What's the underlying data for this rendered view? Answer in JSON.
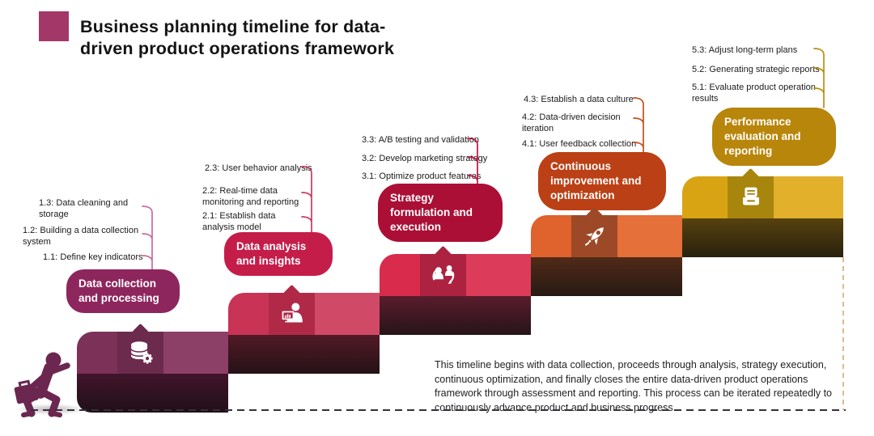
{
  "title": "Business planning timeline for data-driven product operations framework",
  "accent_square_color": "#a33768",
  "steps": [
    {
      "label": "Data collection and processing",
      "icon": "database-gear-icon",
      "items": [
        "1.1: Define key indicators",
        "1.2: Building a data collection system",
        "1.3: Data cleaning and storage"
      ],
      "colors": {
        "pill": "#8e265e",
        "band": "#7c3159",
        "band_light": "#8c3f67",
        "icon_square": "#6c2a4d",
        "bracket": "#cb6b9d"
      }
    },
    {
      "label": "Data analysis and insights",
      "icon": "analyst-monitor-icon",
      "items": [
        "2.1: Establish data analysis model",
        "2.2: Real-time data monitoring and reporting",
        "2.3: User behavior analysis"
      ],
      "colors": {
        "pill": "#c51d4a",
        "band": "#c93355",
        "band_light": "#d04a67",
        "icon_square": "#b02a47",
        "bracket": "#cb3a5f"
      }
    },
    {
      "label": "Strategy formulation and execution",
      "icon": "team-cycle-icon",
      "items": [
        "3.1: Optimize product features",
        "3.2: Develop marketing strategy",
        "3.3: A/B testing and validation"
      ],
      "colors": {
        "pill": "#ab0f36",
        "band": "#d92b4b",
        "band_light": "#dc3c59",
        "icon_square": "#ad2240",
        "bracket": "#bb1240"
      }
    },
    {
      "label": "Continuous improvement and optimization",
      "icon": "rocket-icon",
      "items": [
        "4.1: User feedback collection",
        "4.2: Data-driven decision iteration",
        "4.3: Establish a data culture"
      ],
      "colors": {
        "pill": "#bb4015",
        "band": "#e0622c",
        "band_light": "#e5703a",
        "icon_square": "#9d4927",
        "bracket": "#c4511f"
      }
    },
    {
      "label": "Performance evaluation and reporting",
      "icon": "printer-report-icon",
      "items": [
        "5.1: Evaluate product operation results",
        "5.2: Generating strategic reports",
        "5.3: Adjust long-term plans"
      ],
      "colors": {
        "pill": "#b8860b",
        "band": "#d9a413",
        "band_light": "#e2b02b",
        "icon_square": "#a8860e",
        "bracket": "#bd8d0e"
      }
    }
  ],
  "runner_icon": "running-person-briefcase-icon",
  "footer": "This timeline begins with data collection, proceeds through analysis, strategy execution, continuous optimization, and finally closes the entire data-driven product operations framework through assessment and reporting. This process can be iterated repeatedly to continuously advance product and business progress."
}
